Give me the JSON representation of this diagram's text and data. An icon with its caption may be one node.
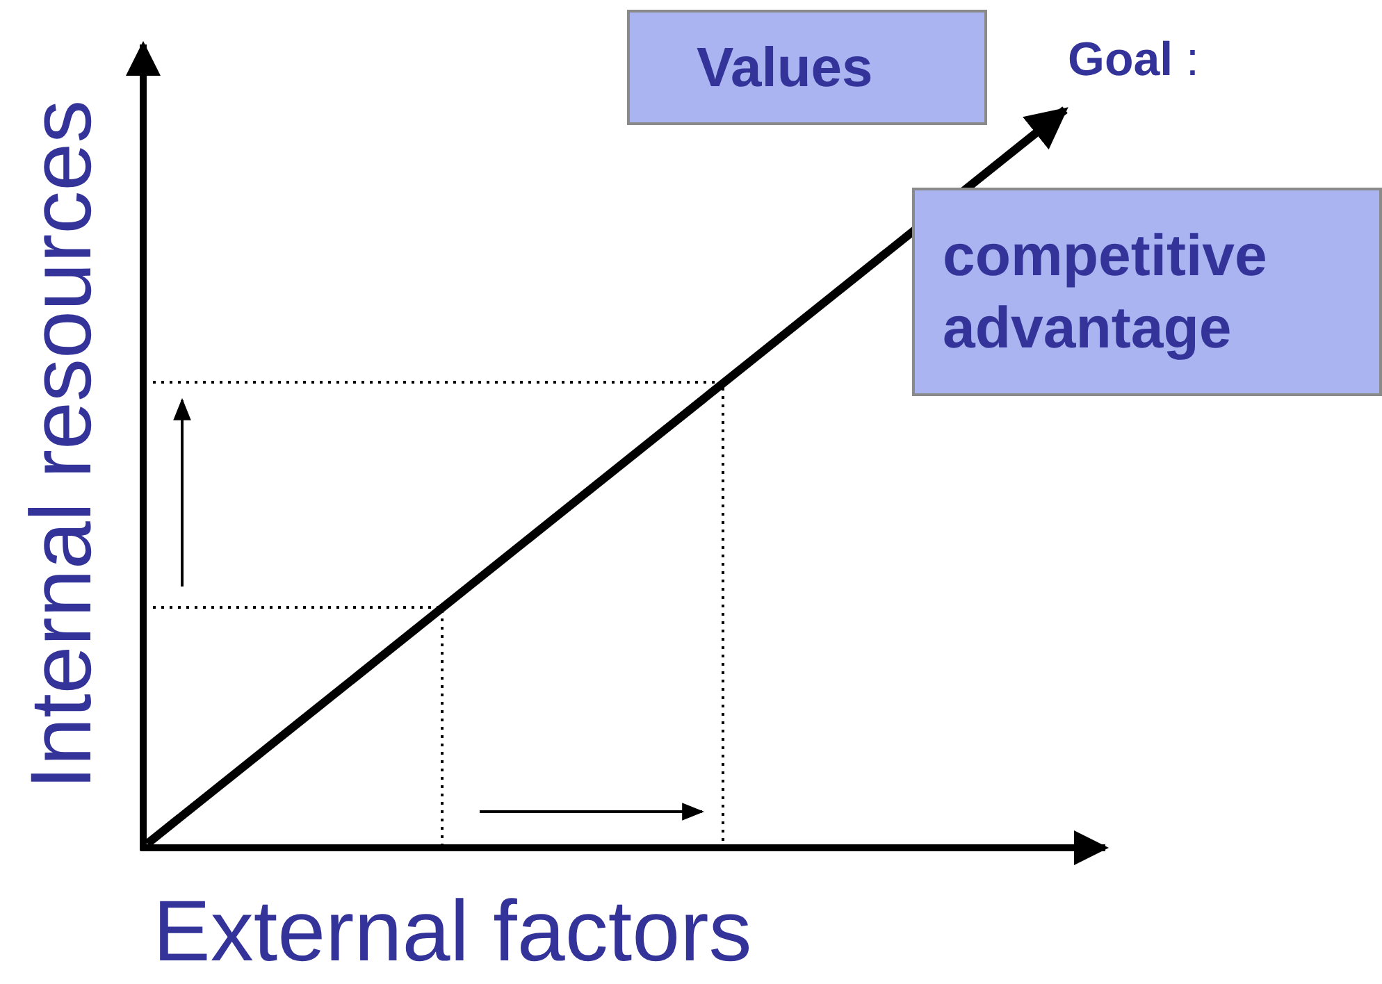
{
  "diagram": {
    "nodes": [
      {
        "text": [
          "Values"
        ]
      },
      {
        "text": [
          "**Goal** :"
        ]
      },
      {
        "text": [
          "competitive advantage"
        ]
      }
    ],
    "labels": [
      "Internal resources",
      "External factors"
    ]
  }
}
